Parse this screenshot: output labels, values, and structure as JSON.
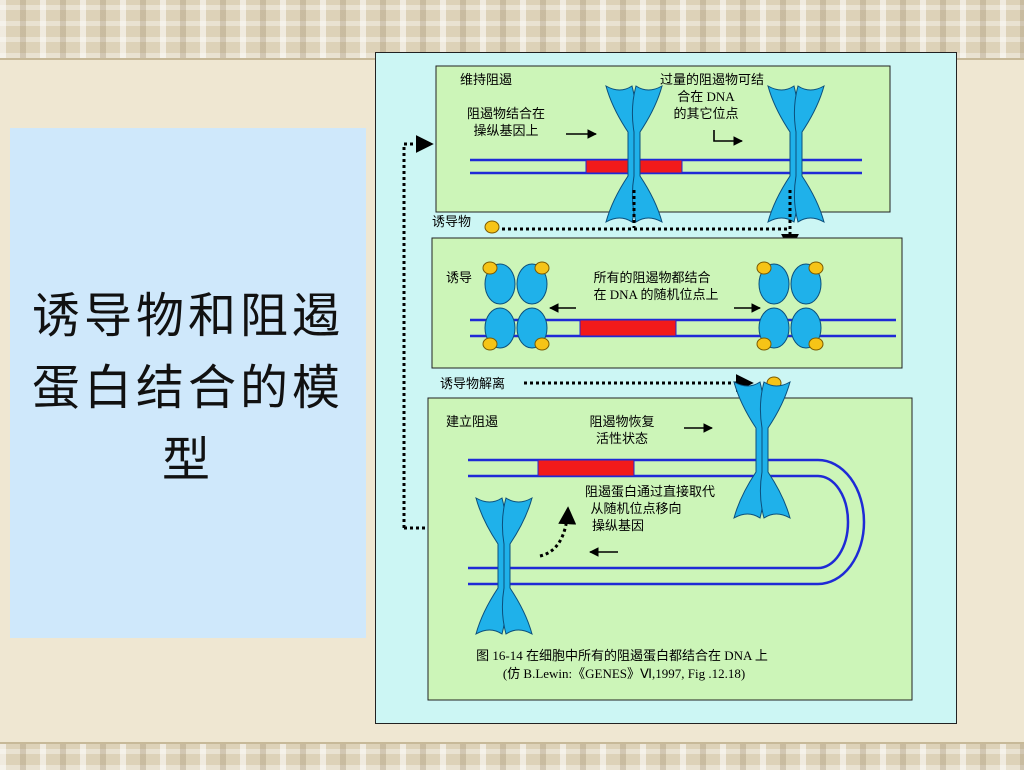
{
  "slide": {
    "title": "诱导物和阻遏蛋白结合的模型"
  },
  "diagram": {
    "top_box": {
      "title": "维持阻遏",
      "operator_label_1": "阻遏物结合在",
      "operator_label_2": "操纵基因上",
      "excess_label_1": "过量的阻遏物可结",
      "excess_label_2": "合在 DNA",
      "excess_label_3": "的其它位点"
    },
    "inducer_label": "诱导物",
    "middle_box": {
      "title": "诱导",
      "all_bound_1": "所有的阻遏物都结合",
      "all_bound_2": "在 DNA 的随机位点上"
    },
    "inducer_release_label": "诱导物解离",
    "bottom_box": {
      "title": "建立阻遏",
      "restore_1": "阻遏物恢复",
      "restore_2": "活性状态",
      "move_1": "阻遏蛋白通过直接取代",
      "move_2": "从随机位点移向",
      "move_3": "操纵基因",
      "caption_1": "图 16-14  在细胞中所有的阻遏蛋白都结合在 DNA 上",
      "caption_2": "(仿 B.Lewin:《GENES》Ⅵ,1997, Fig .12.18)"
    }
  },
  "colors": {
    "box_fill": "#ccf5b8",
    "dna_line": "#1f2ad6",
    "operator": "#f21a1a",
    "repressor": "#1fb1ea",
    "inducer": "#f6c417"
  }
}
